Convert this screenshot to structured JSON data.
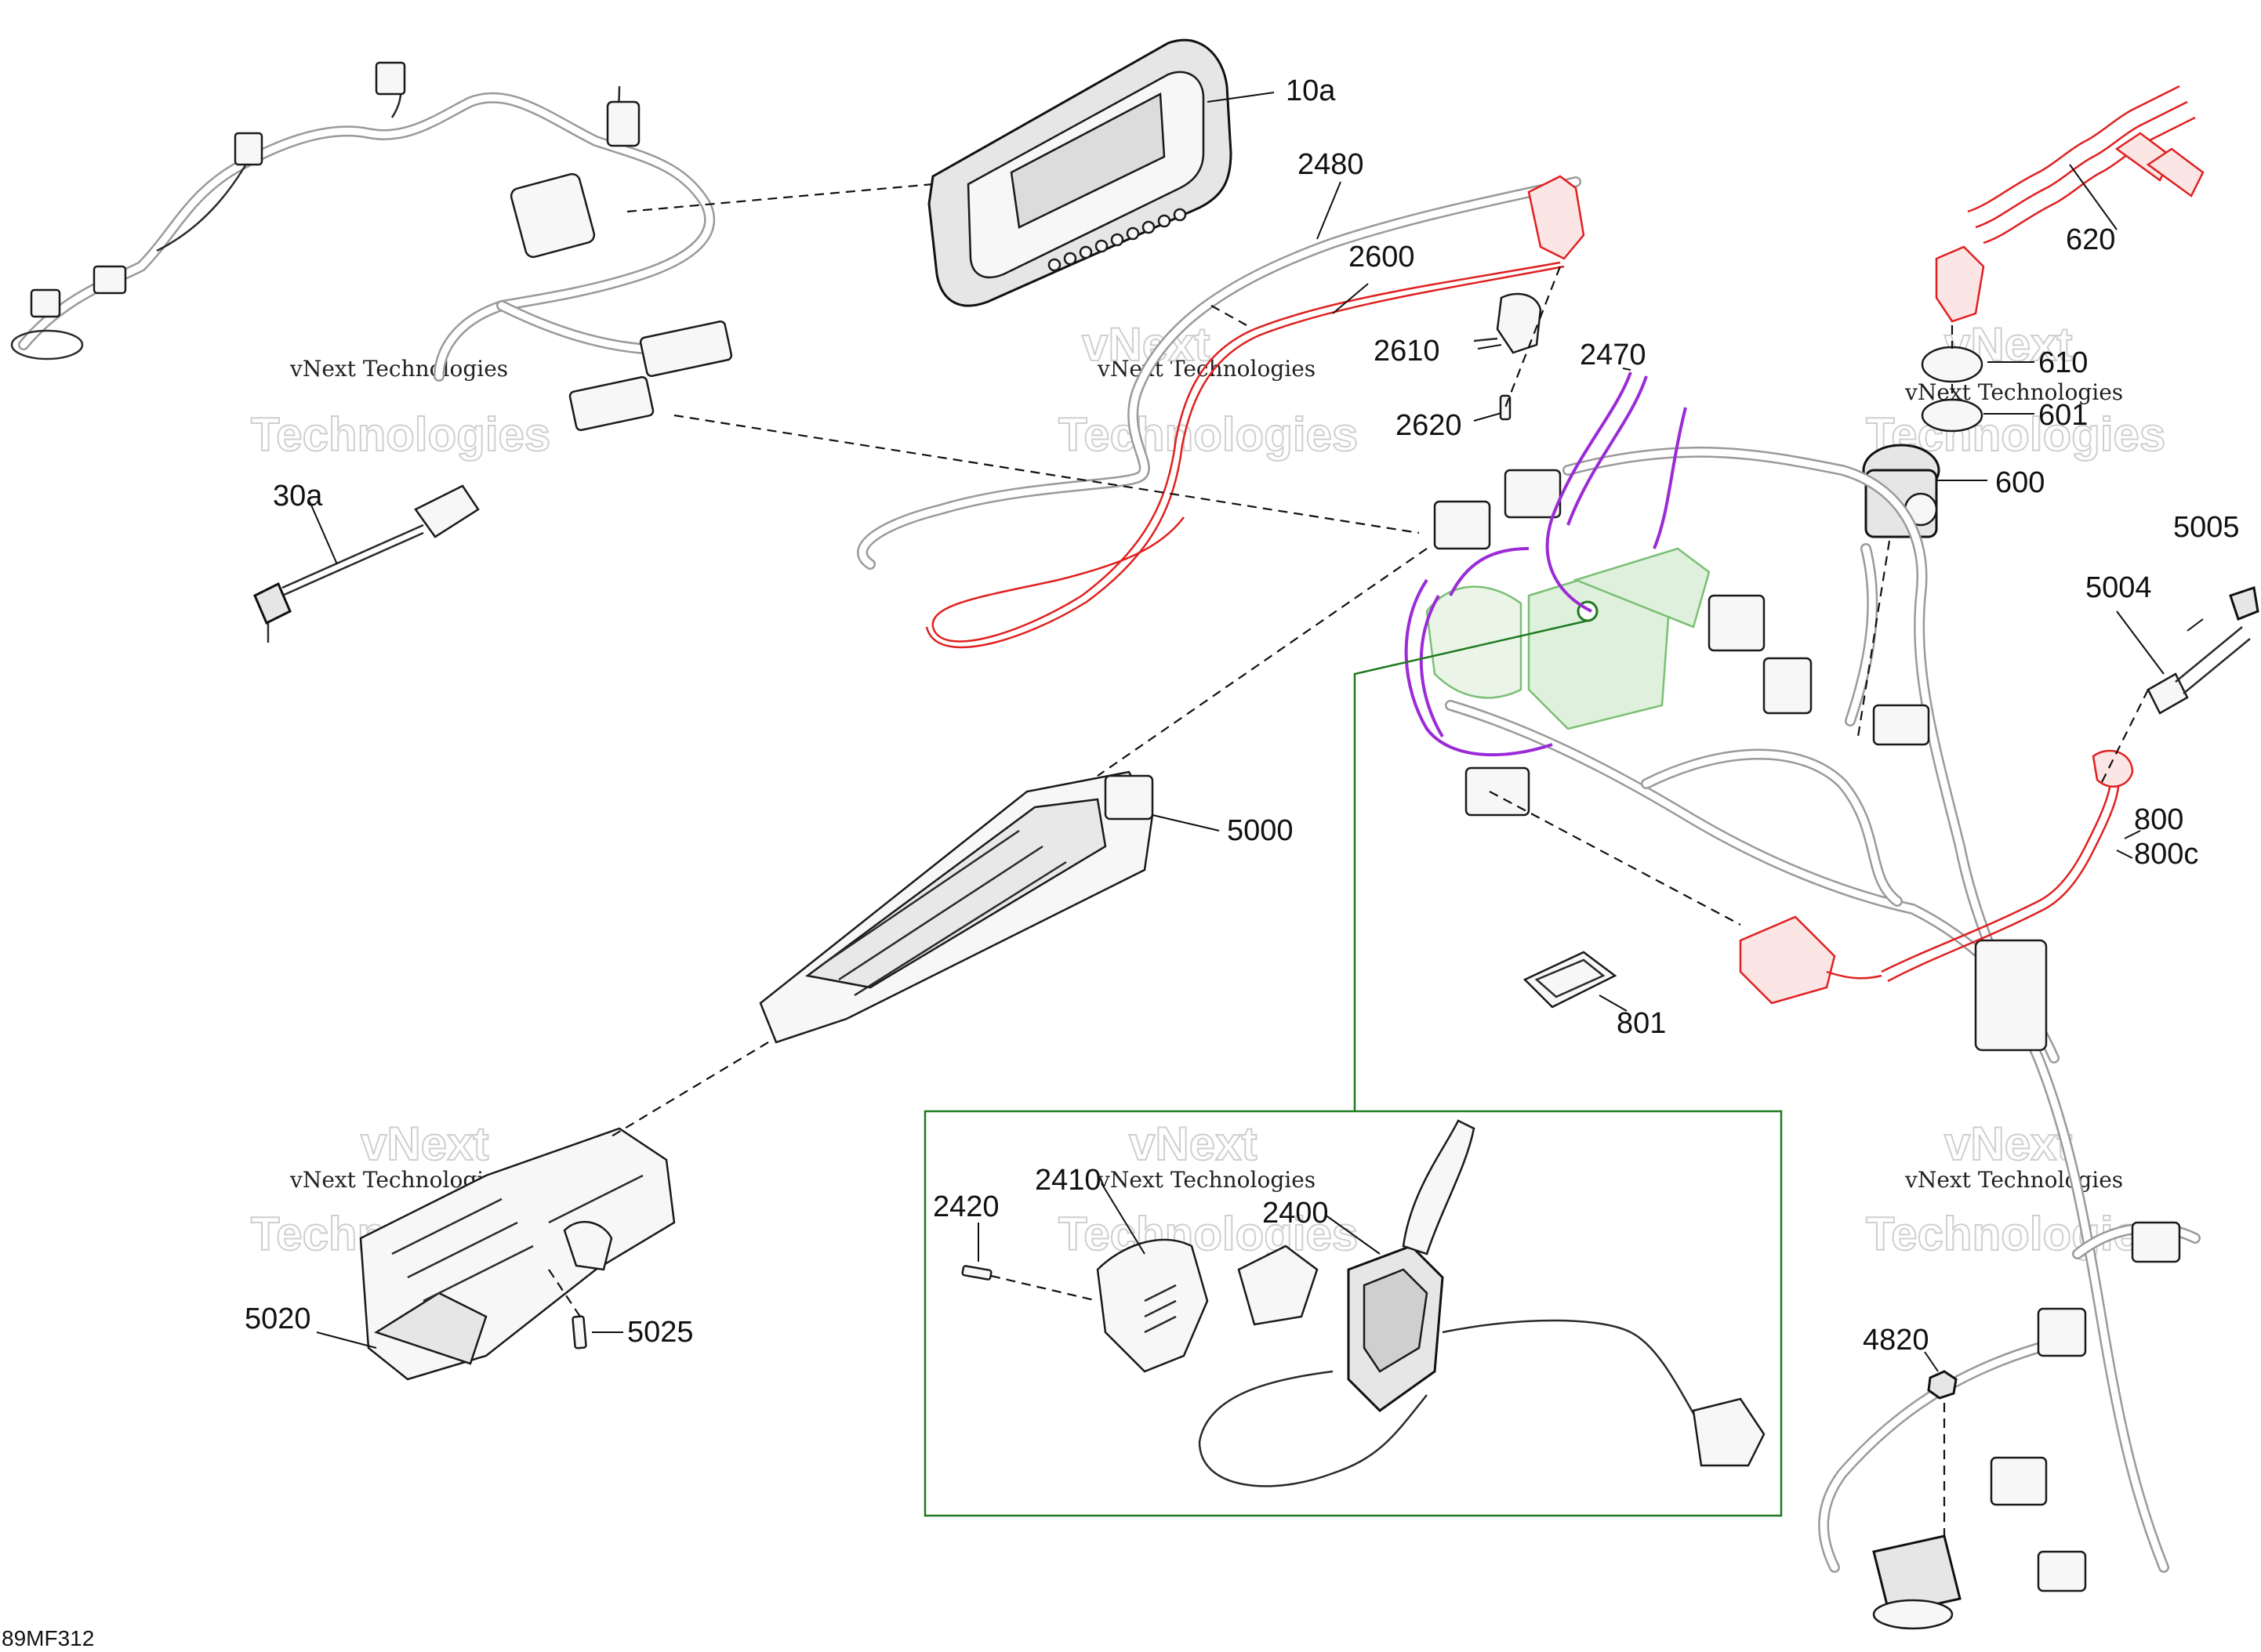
{
  "diagram_code": "89MF312",
  "watermark": {
    "line1": "vNext Technologies",
    "line2": "Technologies",
    "line3": "vNext"
  },
  "callouts": {
    "c10a": "10a",
    "c2480": "2480",
    "c2600": "2600",
    "c2610": "2610",
    "c2620": "2620",
    "c2470": "2470",
    "c620": "620",
    "c610": "610",
    "c601": "601",
    "c600": "600",
    "c5005": "5005",
    "c5004": "5004",
    "c30a": "30a",
    "c5000": "5000",
    "c800": "800",
    "c800c": "800c",
    "c801": "801",
    "c2420": "2420",
    "c2410": "2410",
    "c2400": "2400",
    "c5020": "5020",
    "c5025": "5025",
    "c4820": "4820"
  },
  "colors": {
    "highlight_red": "#e02020",
    "highlight_purple": "#9b2bd6",
    "highlight_green": "#7bbf75",
    "detail_frame": "#1f7a1f"
  }
}
